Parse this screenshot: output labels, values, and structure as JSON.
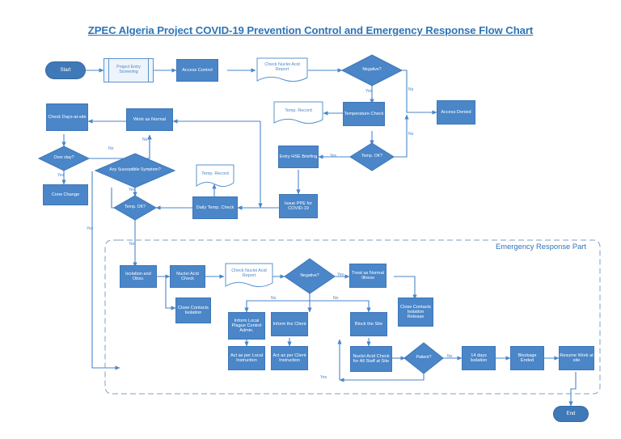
{
  "title": "ZPEC Algeria Project COVID-19 Prevention Control and Emergency Response Flow Chart",
  "colors": {
    "process_fill": "#4a86c8",
    "process_border": "#3d77b8",
    "terminator_fill": "#3f79b8",
    "decision_fill": "#4a86c8",
    "document_stroke": "#5b93cd",
    "title_color": "#2f74b5",
    "connector": "#4a86c8",
    "background": "#ffffff",
    "group_border": "#9fb9d6"
  },
  "chart_data": {
    "type": "flowchart",
    "title": "ZPEC Algeria Project COVID-19 Prevention Control and Emergency Response Flow Chart",
    "groups": [
      {
        "id": "emergency",
        "label": "Emergency Response Part"
      }
    ],
    "nodes": [
      {
        "id": "start",
        "shape": "terminator",
        "label": "Start"
      },
      {
        "id": "entry_screening",
        "shape": "predefined",
        "label": "Project Entry Screening"
      },
      {
        "id": "access_control",
        "shape": "process",
        "label": "Access Control"
      },
      {
        "id": "check_report_1",
        "shape": "document",
        "label": "Check Nuclei Acid Report"
      },
      {
        "id": "negative_1",
        "shape": "decision",
        "label": "Negative?"
      },
      {
        "id": "temp_record_1",
        "shape": "document",
        "label": "Temp. Record"
      },
      {
        "id": "temperature_check",
        "shape": "process",
        "label": "Temperature Check"
      },
      {
        "id": "access_denied",
        "shape": "process",
        "label": "Access Denied"
      },
      {
        "id": "temp_ok_1",
        "shape": "decision",
        "label": "Temp. OK?"
      },
      {
        "id": "entry_hse",
        "shape": "process",
        "label": "Entry HSE Briefing"
      },
      {
        "id": "issue_ppe",
        "shape": "process",
        "label": "Issue PPE for COVID-19"
      },
      {
        "id": "check_days",
        "shape": "process",
        "label": "Check Days-at-site"
      },
      {
        "id": "work_normal",
        "shape": "process",
        "label": "Work as Normal"
      },
      {
        "id": "over_stay",
        "shape": "decision",
        "label": "Over stay?"
      },
      {
        "id": "crew_change",
        "shape": "process",
        "label": "Crew Change"
      },
      {
        "id": "susceptible",
        "shape": "decision",
        "label": "Any Susceptible Symptom?"
      },
      {
        "id": "temp_record_2",
        "shape": "document",
        "label": "Temp. Record"
      },
      {
        "id": "daily_temp",
        "shape": "process",
        "label": "Daily Temp. Check"
      },
      {
        "id": "temp_ok_2",
        "shape": "decision",
        "label": "Temp. OK?"
      },
      {
        "id": "isolation_obsv",
        "shape": "process",
        "label": "Isolation and Obsv."
      },
      {
        "id": "nuclei_check",
        "shape": "process",
        "label": "Nuclei Acid Check"
      },
      {
        "id": "check_report_2",
        "shape": "document",
        "label": "Check Nuclei Acid Report"
      },
      {
        "id": "negative_2",
        "shape": "decision",
        "label": "Negative?"
      },
      {
        "id": "treat_normal",
        "shape": "process",
        "label": "Treat as Normal Illness"
      },
      {
        "id": "close_contacts_iso",
        "shape": "process",
        "label": "Close Contacts Isolation"
      },
      {
        "id": "close_contacts_rel",
        "shape": "process",
        "label": "Close Contacts Isolation Release"
      },
      {
        "id": "inform_plague",
        "shape": "process",
        "label": "Inform Local Plague Control Admin."
      },
      {
        "id": "act_local",
        "shape": "process",
        "label": "Act as per Local Instruction"
      },
      {
        "id": "inform_client",
        "shape": "process",
        "label": "Inform the Client"
      },
      {
        "id": "act_client",
        "shape": "process",
        "label": "Act as per Client Instruction"
      },
      {
        "id": "block_site",
        "shape": "process",
        "label": "Block the Site"
      },
      {
        "id": "nuclei_all",
        "shape": "process",
        "label": "Nuclei Acid Check for All Staff at Site"
      },
      {
        "id": "patient",
        "shape": "decision",
        "label": "Patient?"
      },
      {
        "id": "isolation_14",
        "shape": "process",
        "label": "14 days Isolation"
      },
      {
        "id": "blockage_ended",
        "shape": "process",
        "label": "Blockage Ended"
      },
      {
        "id": "resume_work",
        "shape": "process",
        "label": "Resume Work at site"
      },
      {
        "id": "end",
        "shape": "terminator",
        "label": "End"
      }
    ],
    "edge_labels": [
      {
        "id": "l1",
        "text": "Yes",
        "from": "negative_1",
        "to": "temperature_check"
      },
      {
        "id": "l2",
        "text": "No",
        "from": "negative_1",
        "to": "access_denied"
      },
      {
        "id": "l3",
        "text": "No",
        "from": "temp_ok_1",
        "to": "access_denied"
      },
      {
        "id": "l4",
        "text": "Yes",
        "from": "temp_ok_1",
        "to": "entry_hse"
      },
      {
        "id": "l5",
        "text": "No",
        "from": "over_stay",
        "to": "work_normal"
      },
      {
        "id": "l6",
        "text": "Yes",
        "from": "over_stay",
        "to": "crew_change"
      },
      {
        "id": "l7",
        "text": "No",
        "from": "susceptible",
        "to": "work_normal"
      },
      {
        "id": "l8",
        "text": "Yes",
        "from": "susceptible",
        "to": "temp_ok_2"
      },
      {
        "id": "l9",
        "text": "No",
        "from": "temp_ok_2",
        "to": "isolation_obsv"
      },
      {
        "id": "l10",
        "text": "Yes",
        "from": "temp_ok_2",
        "to": "isolation_obsv"
      },
      {
        "id": "l11",
        "text": "Yes",
        "from": "negative_2",
        "to": "treat_normal"
      },
      {
        "id": "l12",
        "text": "No",
        "from": "negative_2",
        "to": "inform_plague"
      },
      {
        "id": "l13",
        "text": "No",
        "from": "negative_2",
        "to": "block_site"
      },
      {
        "id": "l14",
        "text": "No",
        "from": "patient",
        "to": "isolation_14"
      },
      {
        "id": "l15",
        "text": "Yes",
        "from": "patient",
        "to": "inform_plague"
      }
    ]
  }
}
